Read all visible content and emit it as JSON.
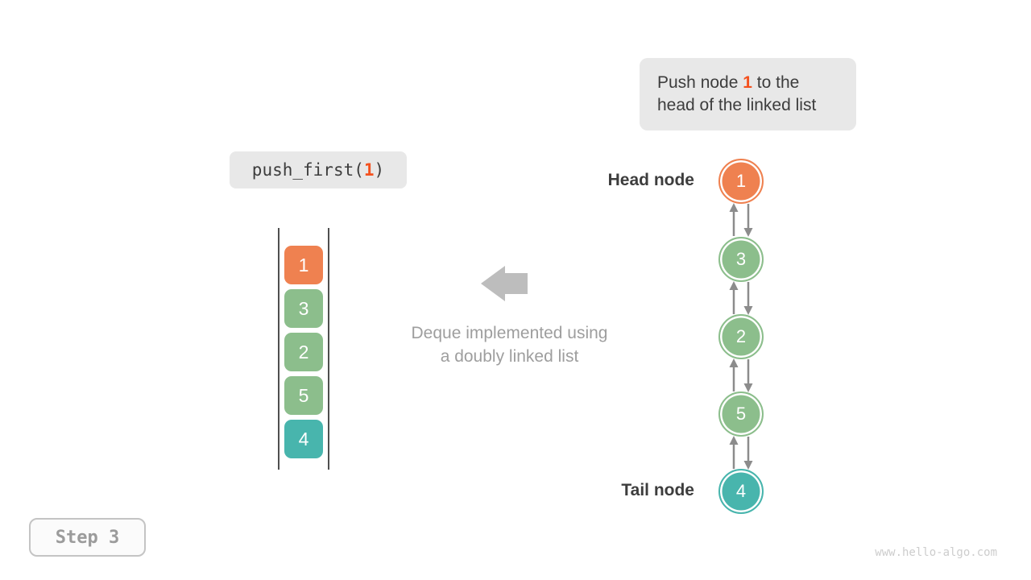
{
  "colors": {
    "node_orange": "#ef8150",
    "node_green": "#8cbe8c",
    "node_teal": "#48b5ad",
    "accent": "#f4511e",
    "ink": "#3d3d3d",
    "panel": "#e8e8e8",
    "arrow": "#8c8c8c",
    "muted_arrow": "#bdbdbd",
    "muted_text": "#9e9e9e",
    "rail": "#4f4f4f",
    "step_text": "#9b9b9b",
    "step_border": "#c4c4c4",
    "watermark": "#cdcdcd"
  },
  "callout": {
    "prefix": "Push node ",
    "highlight": "1",
    "suffix": " to the head of the linked list"
  },
  "code": {
    "prefix": "push_first(",
    "arg": "1",
    "suffix": ")"
  },
  "stack": {
    "items": [
      {
        "value": "1",
        "color": "orange"
      },
      {
        "value": "3",
        "color": "green"
      },
      {
        "value": "2",
        "color": "green"
      },
      {
        "value": "5",
        "color": "green"
      },
      {
        "value": "4",
        "color": "teal"
      }
    ]
  },
  "caption": {
    "line1": "Deque implemented using",
    "line2": "a doubly linked list"
  },
  "deque": {
    "head_label": "Head node",
    "tail_label": "Tail node",
    "nodes": [
      {
        "value": "1",
        "color": "orange"
      },
      {
        "value": "3",
        "color": "green"
      },
      {
        "value": "2",
        "color": "green"
      },
      {
        "value": "5",
        "color": "green"
      },
      {
        "value": "4",
        "color": "teal"
      }
    ]
  },
  "step": {
    "label": "Step 3"
  },
  "watermark": "www.hello-algo.com"
}
